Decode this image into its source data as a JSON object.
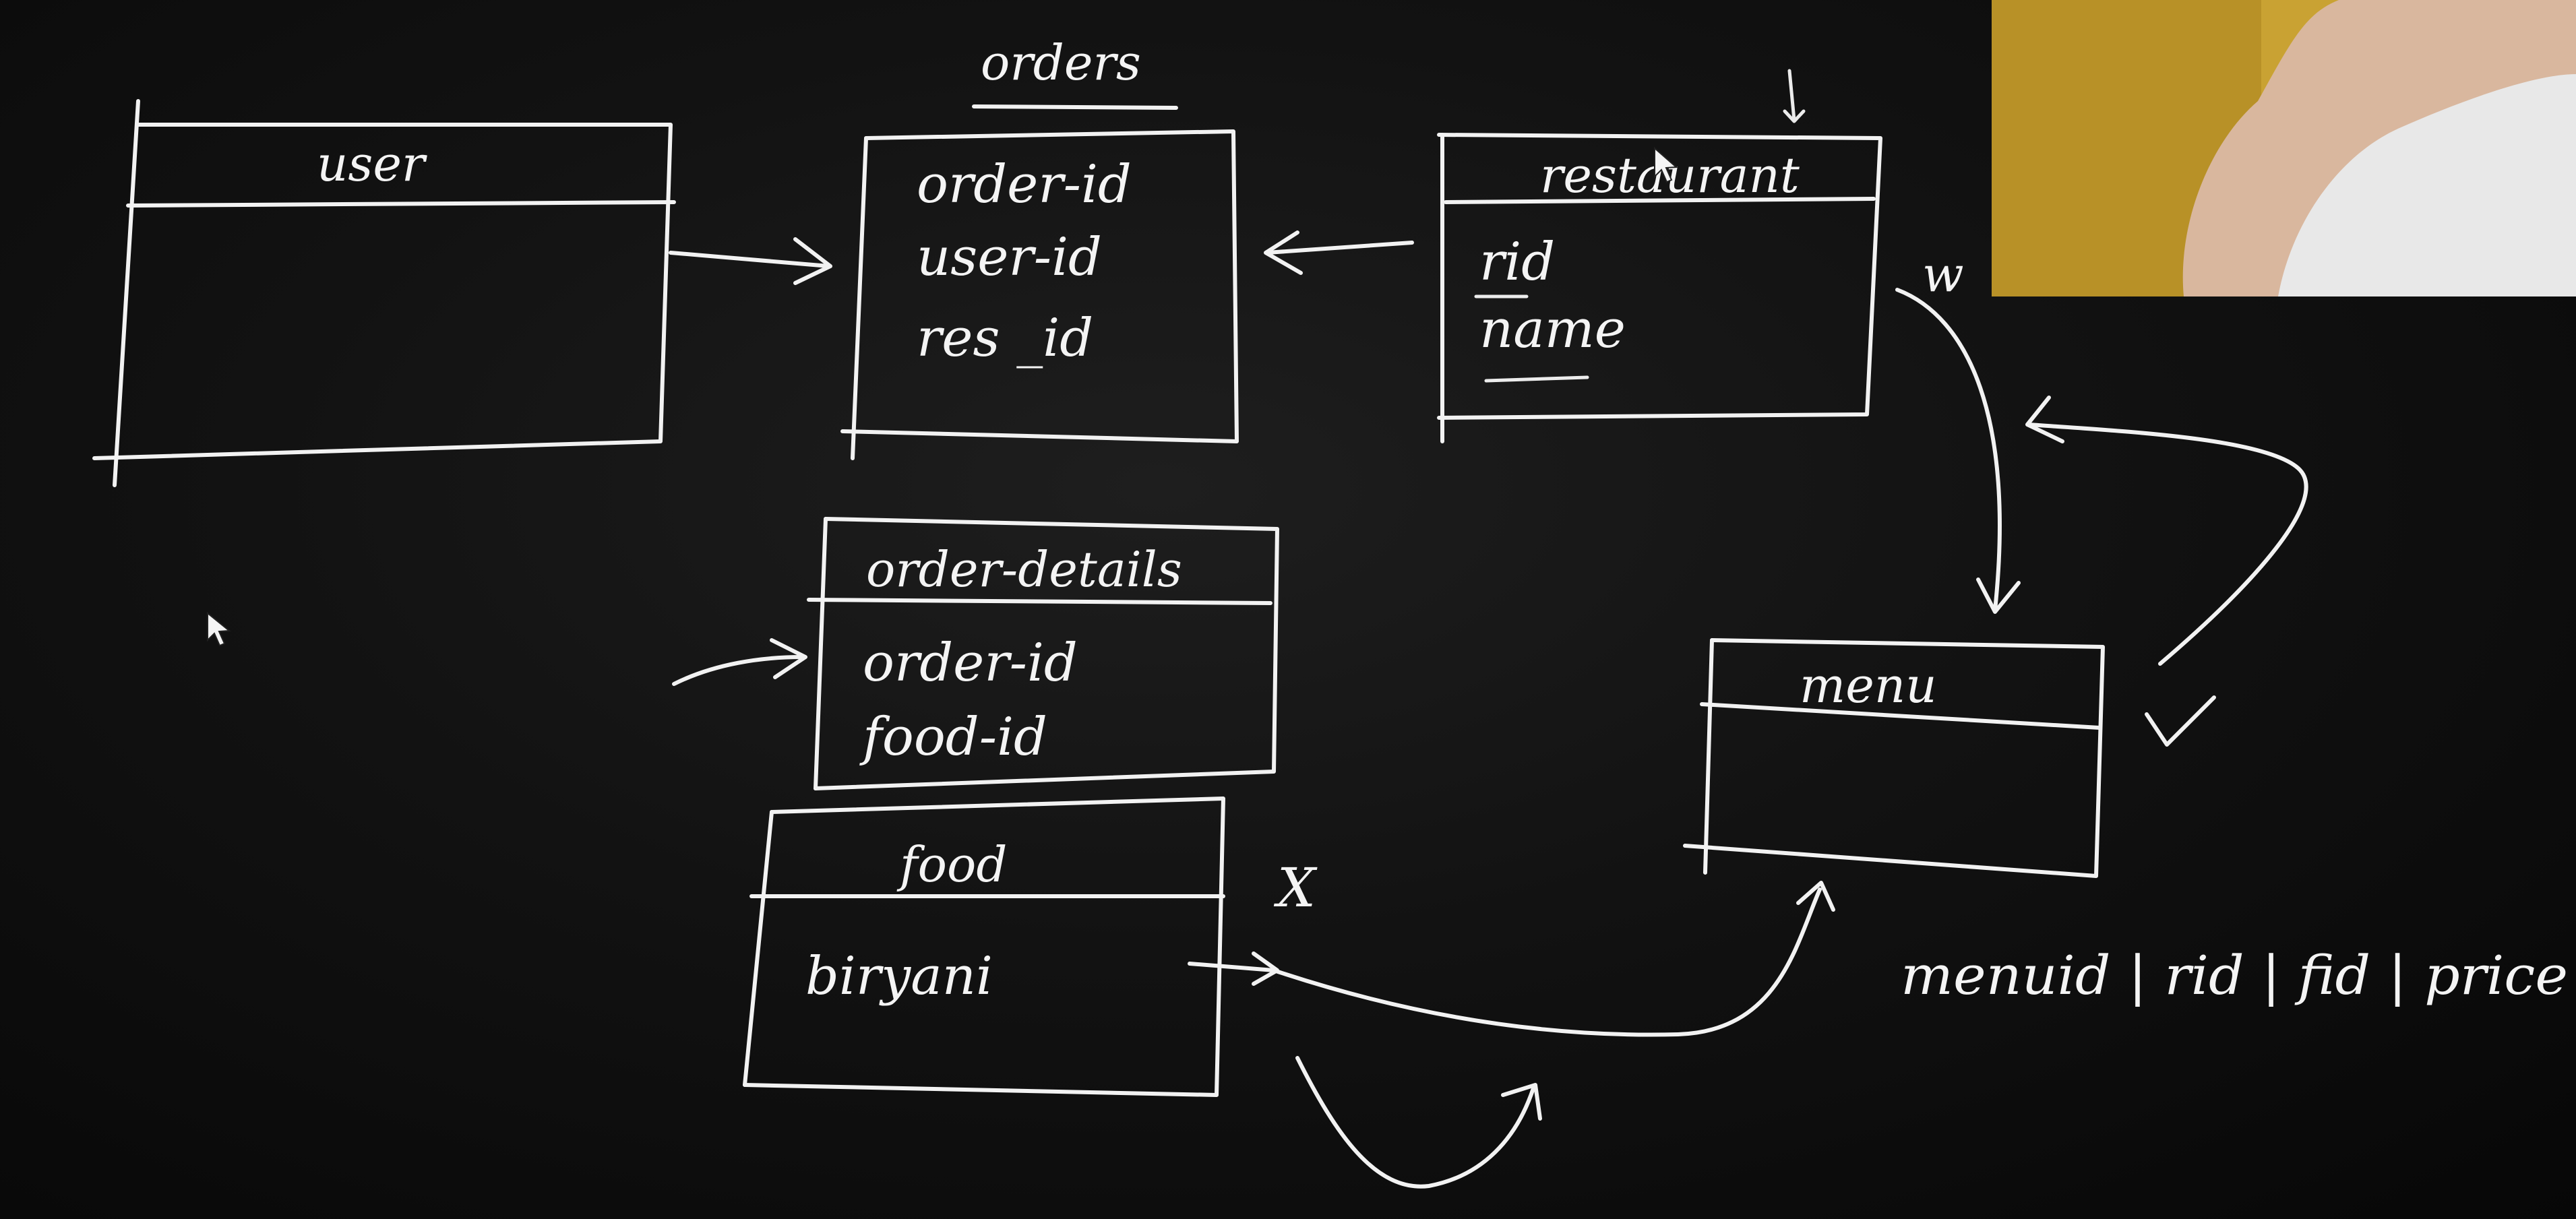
{
  "tables": {
    "user": {
      "title": "user",
      "fields": []
    },
    "orders": {
      "title": "orders",
      "fields": [
        "order-id",
        "user-id",
        "res _id"
      ]
    },
    "restaurant": {
      "title": "restaurant",
      "fields": [
        "rid",
        "name"
      ]
    },
    "order_details": {
      "title": "order-details",
      "fields": [
        "order-id",
        "food-id"
      ]
    },
    "food": {
      "title": "food",
      "fields": [
        "biryani"
      ]
    },
    "menu": {
      "title": "menu",
      "fields": []
    }
  },
  "menu_columns_label": "menuid | rid | fid | price",
  "marks": {
    "food_mark": "X",
    "restaurant_mark": "w"
  },
  "icons": [
    "check-icon",
    "cursor-icon",
    "arrow-icon"
  ]
}
